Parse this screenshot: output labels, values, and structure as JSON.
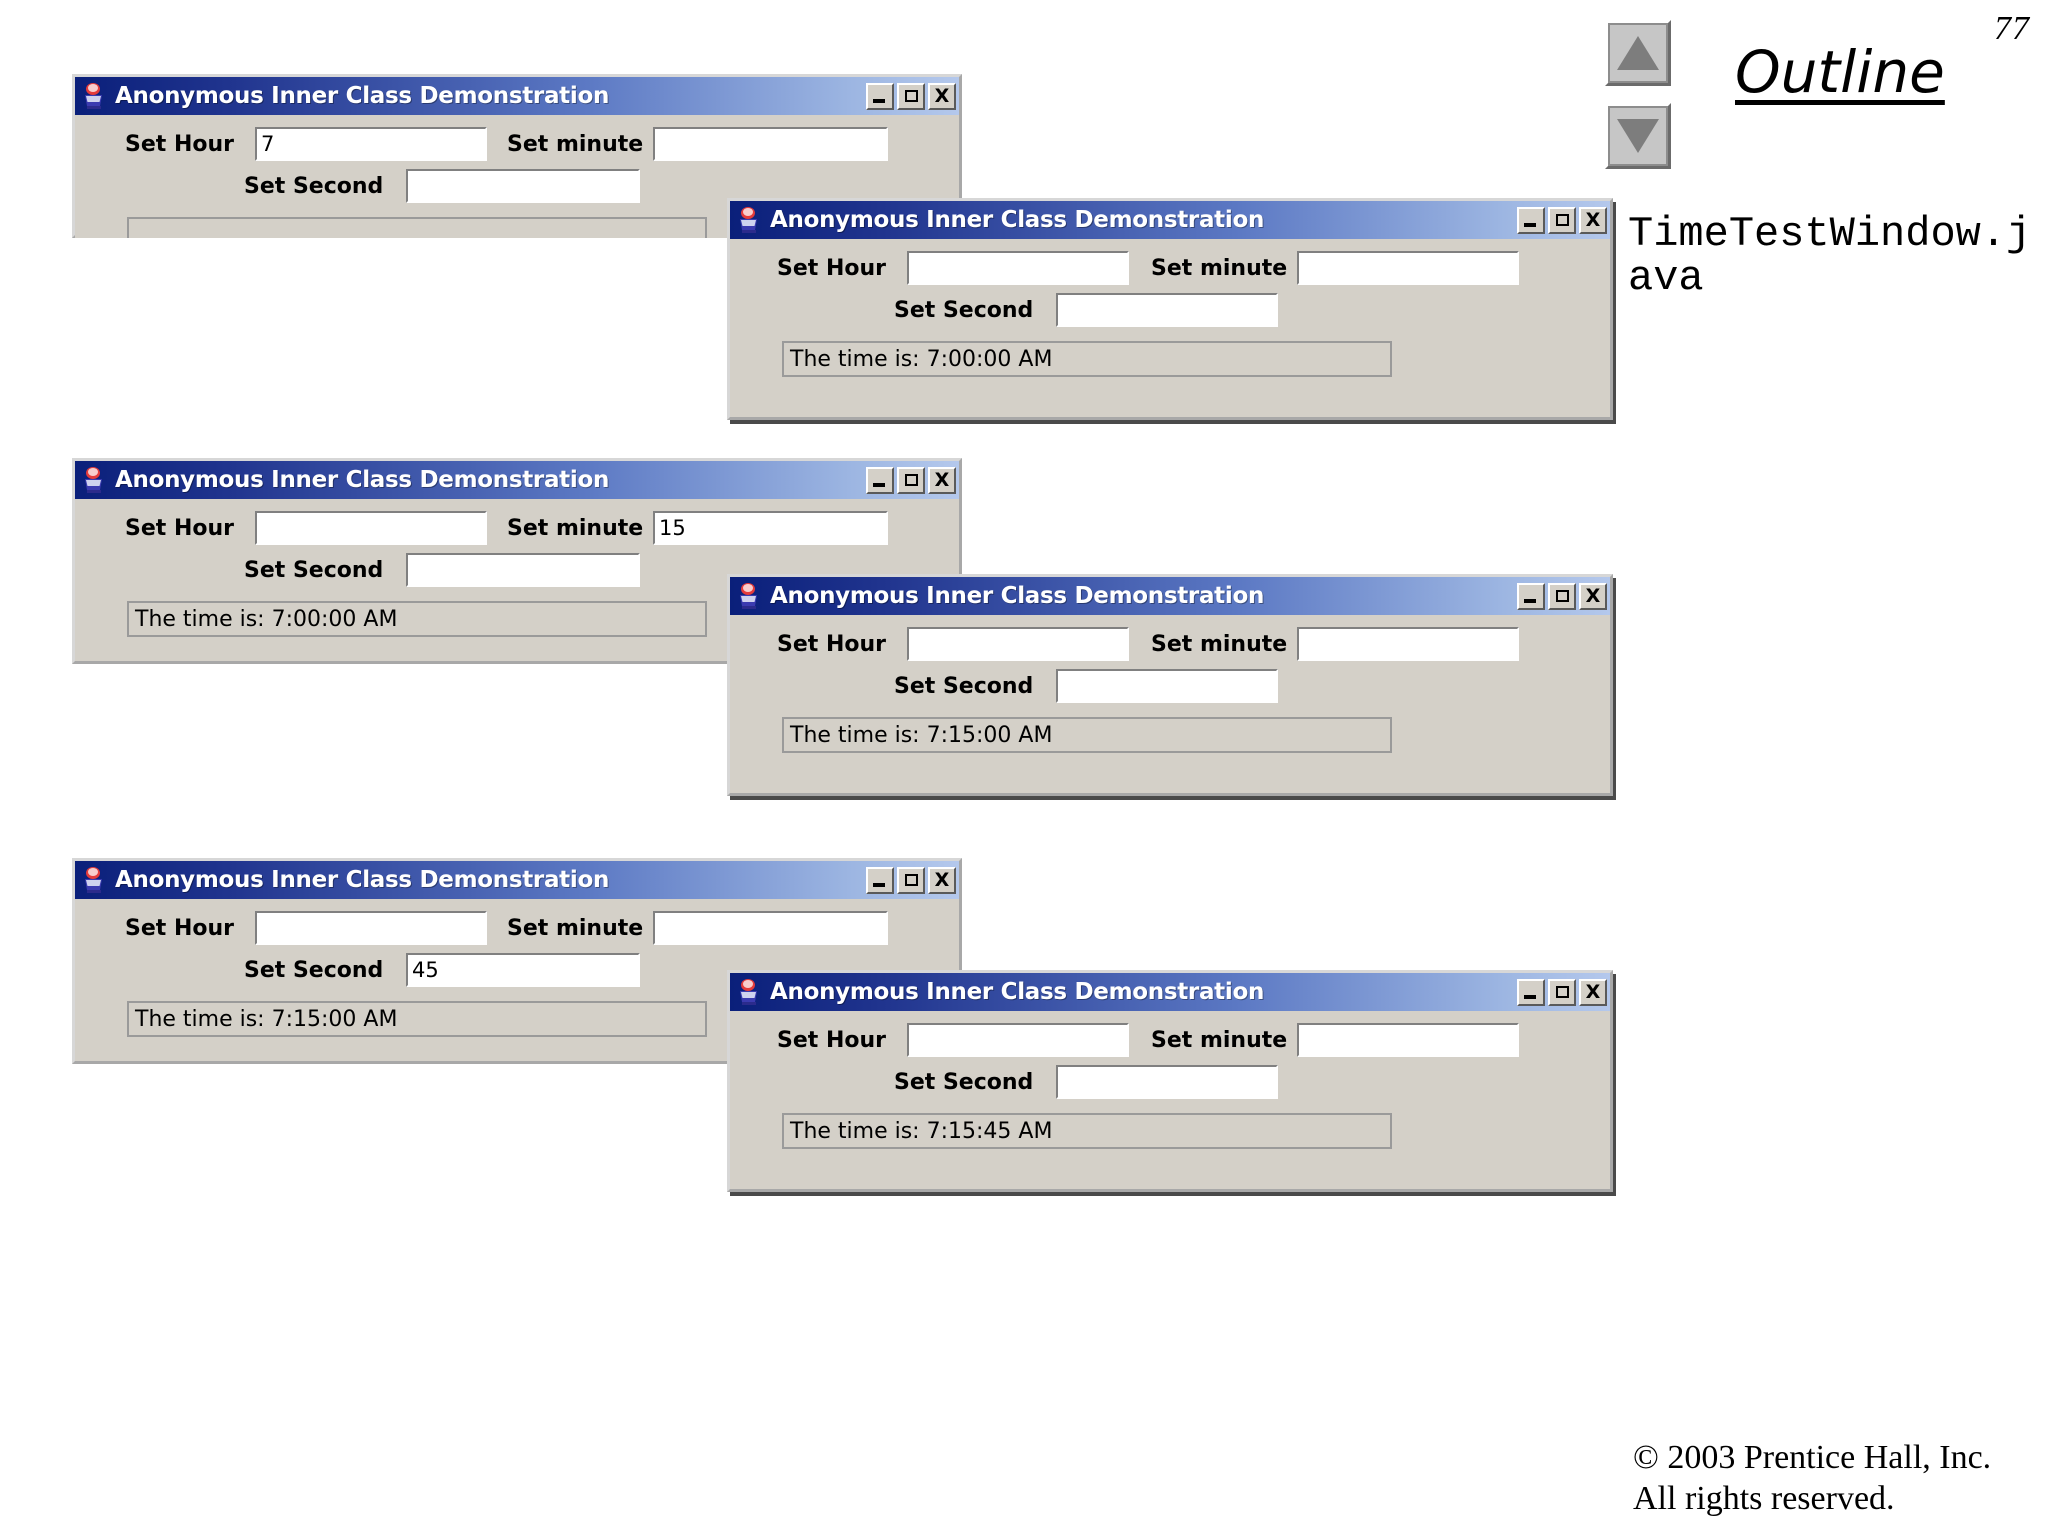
{
  "slide": {
    "page_number": "77",
    "outline_title": "Outline",
    "file_label": "TimeTestWindow.java",
    "copyright": "© 2003 Prentice Hall, Inc.\nAll rights reserved.",
    "nav_up_icon": "triangle-up-icon",
    "nav_down_icon": "triangle-down-icon",
    "accent_title_dark": "#0a1f7a",
    "accent_title_light": "#b4c8ec",
    "window_face": "#d4d0c8"
  },
  "window_common": {
    "title": "Anonymous Inner Class Demonstration",
    "app_icon": "java-duke-icon",
    "minimize_label": "_",
    "maximize_label": "□",
    "close_label": "X",
    "label_hour": "Set Hour",
    "label_minute": "Set minute",
    "label_second": "Set Second",
    "field_placeholder": ""
  },
  "windows": [
    {
      "id": "window-1",
      "side": "left",
      "hour_value": "7",
      "minute_value": "",
      "second_value": "",
      "status_text": ""
    },
    {
      "id": "window-2",
      "side": "right",
      "hour_value": "",
      "minute_value": "",
      "second_value": "",
      "status_text": "The time is: 7:00:00 AM"
    },
    {
      "id": "window-3",
      "side": "left",
      "hour_value": "",
      "minute_value": "15",
      "second_value": "",
      "status_text": "The time is: 7:00:00 AM"
    },
    {
      "id": "window-4",
      "side": "right",
      "hour_value": "",
      "minute_value": "",
      "second_value": "",
      "status_text": "The time is: 7:15:00 AM"
    },
    {
      "id": "window-5",
      "side": "left",
      "hour_value": "",
      "minute_value": "",
      "second_value": "45",
      "status_text": "The time is: 7:15:00 AM"
    },
    {
      "id": "window-6",
      "side": "right",
      "hour_value": "",
      "minute_value": "",
      "second_value": "",
      "status_text": "The time is: 7:15:45 AM"
    }
  ]
}
